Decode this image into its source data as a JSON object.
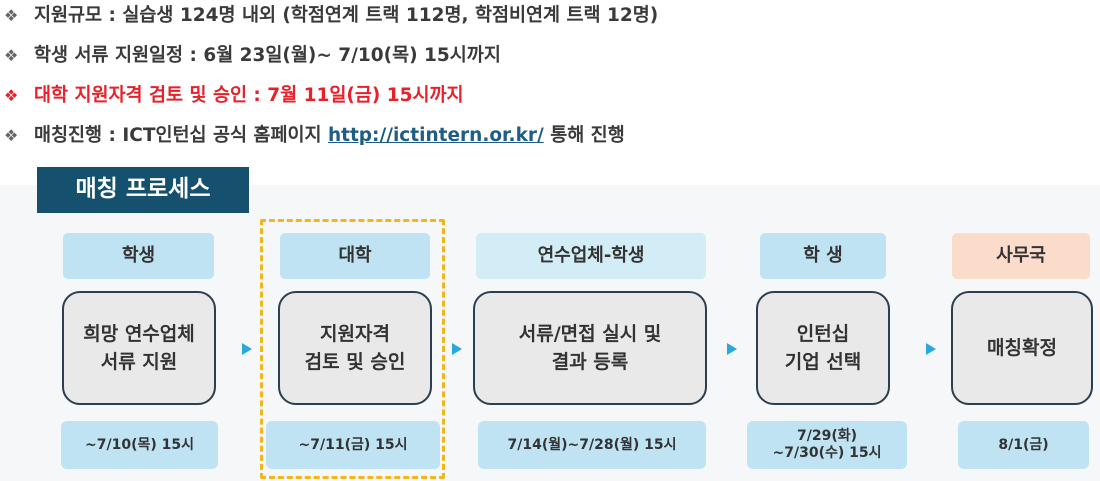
{
  "bullets": [
    {
      "symbol": "❖",
      "text": "지원규모 : 실습생 124명 내외 (학점연계 트랙 112명, 학점비연계 트랙 12명)"
    },
    {
      "symbol": "❖",
      "text": "학생 서류 지원일정 : 6월 23일(월)~ 7/10(목) 15시까지"
    },
    {
      "symbol": "❖",
      "text": "대학 지원자격 검토 및 승인 : 7월 11일(금) 15시까지"
    },
    {
      "symbol": "❖",
      "prefix": "매칭진행 : ICT인턴십 공식 홈페이지 ",
      "link": "http://ictintern.or.kr/",
      "suffix": " 통해 진행"
    }
  ],
  "process": {
    "title": "매칭 프로세스",
    "steps": [
      {
        "header": "학생",
        "box_line1": "희망 연수업체",
        "box_line2": "서류 지원",
        "date_line1": "~7/10(목) 15시",
        "date_line2": ""
      },
      {
        "header": "대학",
        "box_line1": "지원자격",
        "box_line2": "검토 및 승인",
        "date_line1": "~7/11(금) 15시",
        "date_line2": ""
      },
      {
        "header": "연수업체-학생",
        "box_line1": "서류/면접 실시 및",
        "box_line2": "결과 등록",
        "date_line1": "7/14(월)~7/28(월) 15시",
        "date_line2": ""
      },
      {
        "header": "학 생",
        "box_line1": "인턴십",
        "box_line2": "기업 선택",
        "date_line1": "7/29(화)",
        "date_line2": "~7/30(수) 15시"
      },
      {
        "header": "사무국",
        "box_line1": "매칭확정",
        "box_line2": "",
        "date_line1": "8/1(금)",
        "date_line2": ""
      }
    ]
  },
  "colors": {
    "accent_red": "#e8202a",
    "title_bar": "#15506e",
    "header_blue": "#bfe3f2",
    "header_peach": "#fbdccb",
    "arrow": "#29a8de",
    "highlight": "#f2b61a"
  }
}
